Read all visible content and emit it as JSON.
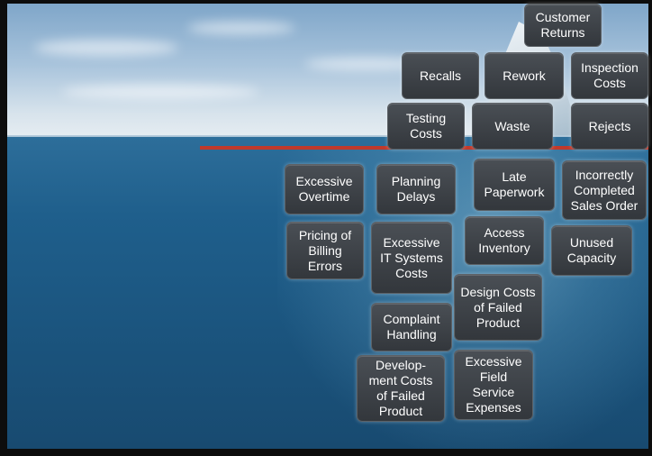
{
  "colors": {
    "waterline": "#c0392b",
    "box_fill": "#3c4046",
    "box_text": "#ffffff"
  },
  "above_water": [
    "Customer\nReturns",
    "Recalls",
    "Rework",
    "Inspection\nCosts",
    "Testing\nCosts",
    "Waste",
    "Rejects"
  ],
  "below_water": [
    "Excessive\nOvertime",
    "Planning\nDelays",
    "Late\nPaperwork",
    "Incorrectly\nCompleted\nSales Order",
    "Pricing of\nBilling\nErrors",
    "Excessive\nIT Systems\nCosts",
    "Access\nInventory",
    "Unused\nCapacity",
    "Design Costs\nof Failed\nProduct",
    "Complaint\nHandling",
    "Develop-\nment Costs\nof Failed\nProduct",
    "Excessive\nField\nService\nExpenses"
  ]
}
